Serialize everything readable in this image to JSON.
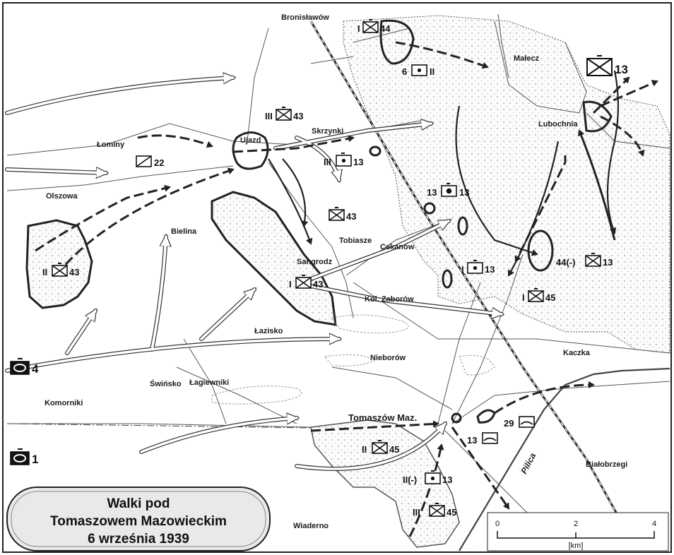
{
  "title": {
    "line1": "Walki  pod",
    "line2": "Tomaszowem Mazowieckim",
    "line3": "6 września 1939"
  },
  "places": {
    "bronislawow": "Bronisławów",
    "malecz": "Małecz",
    "lubochnia": "Lubochnia",
    "lominy": "Łominy",
    "ujazd": "Ujazd",
    "skrzynki": "Skrzynki",
    "olszowa": "Olszowa",
    "bielina": "Bielina",
    "tobiasze": "Tobiasze",
    "cekanow": "Cekanów",
    "sangrodz": "Sangrodz",
    "kol_zaborow": "Kol. Zaborów",
    "lazisko": "Łazisko",
    "nieborow": "Nieborów",
    "kaczka": "Kaczka",
    "swinsko": "Świńsko",
    "lagiewniki": "Łagiewniki",
    "komorniki": "Komorniki",
    "tomaszow": "Tomaszów Maz.",
    "bialobrzegi": "Białobrzegi",
    "wiaderno": "Wiaderno",
    "pilica": "Pilica"
  },
  "units": {
    "u_i44": "I",
    "u_44": "44",
    "u_6": "6",
    "u_6ii": "II",
    "u_13top": "13",
    "u_iii43": "III",
    "u_43a": "43",
    "u_22": "22",
    "u_iii13": "III",
    "u_13b": "13",
    "u_43tob": "43",
    "u_13c_l": "13",
    "u_13c_r": "13",
    "u_ii43": "II",
    "u_43w": "43",
    "u_i43": "I",
    "u_43s": "43",
    "u_i13": "I",
    "u_13d": "13",
    "u_44m": "44(-)",
    "u_13e": "13",
    "u_i45": "I",
    "u_45a": "45",
    "u_4": "4",
    "u_1": "1",
    "u_29": "29",
    "u_13f": "13",
    "u_ii45": "II",
    "u_45b": "45",
    "u_ii13": "II(-)",
    "u_13g": "13",
    "u_iii45": "III",
    "u_45c": "45"
  },
  "scale": {
    "t0": "0",
    "t2": "2",
    "t4": "4",
    "unit": "[km]"
  },
  "colors": {
    "german_arrow": "#ffffff",
    "polish_line": "#222222",
    "forest": "#f4f4f4"
  }
}
